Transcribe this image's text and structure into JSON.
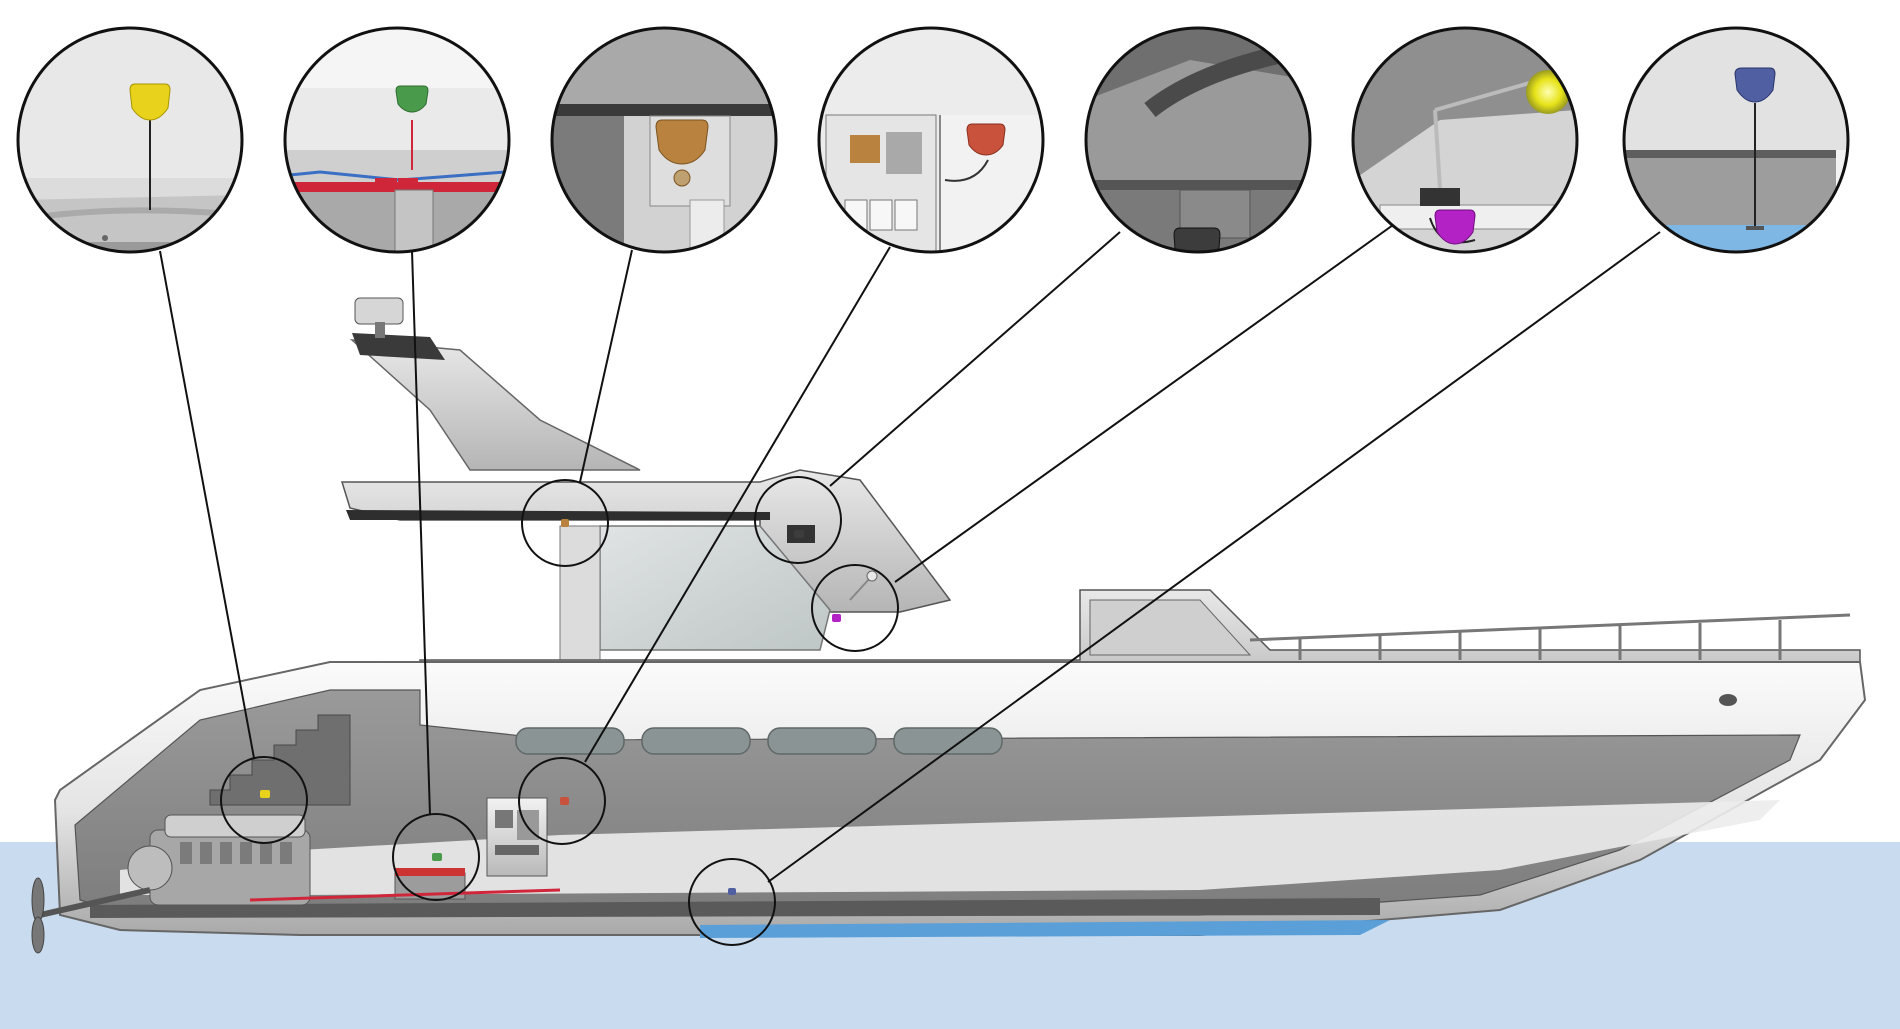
{
  "diagram": {
    "style": "boat cross-section with sensor locations and magnified detail callouts",
    "colors": {
      "background": "#ffffff",
      "water": "#c9dcef",
      "bilge_water": "#5b9fd8",
      "hull_light": "#f4f4f4",
      "hull_shade": "#bdbdbd",
      "interior": "#8f8f8f",
      "callout_border": "#111111",
      "leader_line": "#111111",
      "cable": "#d0263a"
    },
    "sensors": [
      {
        "id": "engine-bay",
        "color": "#e8d21c",
        "icon": "sensor-tag-icon"
      },
      {
        "id": "battery-area",
        "color": "#4a9a4c",
        "icon": "sensor-tag-icon"
      },
      {
        "id": "flybridge-overhead",
        "color": "#b9823f",
        "icon": "sensor-tag-icon"
      },
      {
        "id": "electrical-panel",
        "color": "#c8523c",
        "icon": "sensor-tag-icon"
      },
      {
        "id": "helm-console",
        "color": "#3c3c3c",
        "icon": "sensor-tag-icon"
      },
      {
        "id": "cabin-lamp",
        "color": "#b222c4",
        "icon": "sensor-tag-icon"
      },
      {
        "id": "bilge-level",
        "color": "#4f5fa2",
        "icon": "sensor-tag-icon"
      }
    ]
  }
}
